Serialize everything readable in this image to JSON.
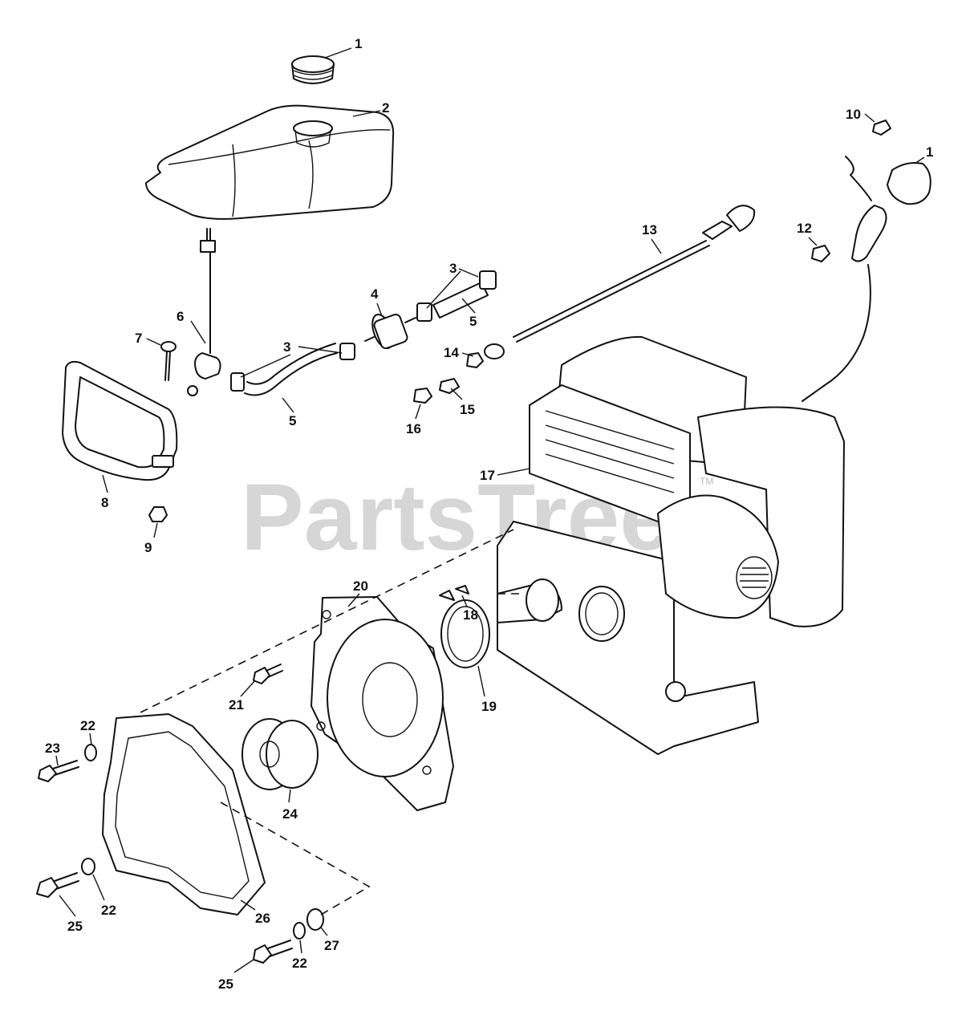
{
  "watermark": {
    "text": "PartsTree",
    "mark": "TM"
  },
  "callouts": {
    "c1": "1",
    "c2": "2",
    "c3a": "3",
    "c3b": "3",
    "c4": "4",
    "c5a": "5",
    "c5b": "5",
    "c6": "6",
    "c7": "7",
    "c8": "8",
    "c9": "9",
    "c10": "10",
    "c11": "1",
    "c12": "12",
    "c13": "13",
    "c14": "14",
    "c15": "15",
    "c16": "16",
    "c17": "17",
    "c18": "18",
    "c19": "19",
    "c20": "20",
    "c21": "21",
    "c22a": "22",
    "c22b": "22",
    "c22c": "22",
    "c23": "23",
    "c24": "24",
    "c25a": "25",
    "c25b": "25",
    "c26": "26",
    "c27": "27"
  }
}
